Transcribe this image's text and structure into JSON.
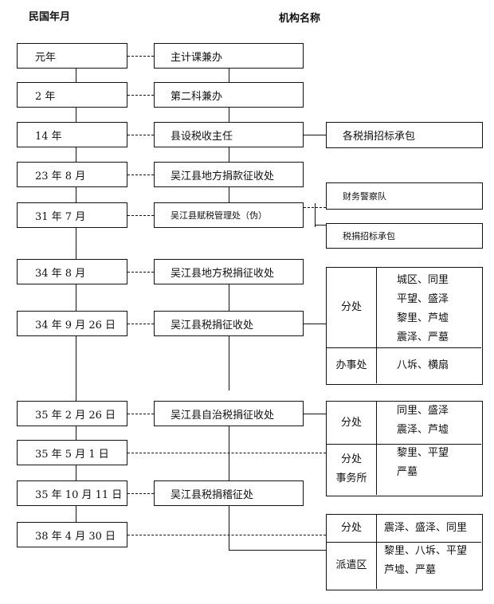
{
  "headers": {
    "date_col": "民国年月",
    "org_col": "机构名称"
  },
  "timeline": [
    {
      "date": "元年",
      "org": "主计课兼办"
    },
    {
      "date": "2 年",
      "org": "第二科兼办"
    },
    {
      "date": "14 年",
      "org": "县设税收主任",
      "side": "各税捐招标承包"
    },
    {
      "date": "23 年 8 月",
      "org": "吴江县地方捐款征收处"
    },
    {
      "date": "31 年 7 月",
      "org": "吴江县赋税管理处（伪）",
      "side_top": "财务警察队",
      "side_bottom": "税捐招标承包"
    },
    {
      "date": "34 年 8 月",
      "org": "吴江县地方税捐征收处"
    },
    {
      "date": "34 年 9 月 26 日",
      "org": "吴江县税捐征收处"
    },
    {
      "date": "35 年 2 月 26 日",
      "org": "吴江县自治税捐征收处"
    },
    {
      "date": "35 年 5 月 1 日"
    },
    {
      "date": "35 年 10 月 11 日",
      "org": "吴江县税捐稽征处"
    },
    {
      "date": "38 年 4 月 30 日"
    }
  ],
  "group_1934": {
    "branch_label": "分处",
    "branch_lines": [
      "城区、同里",
      "平望、盛泽",
      "黎里、芦墟",
      "震泽、严墓"
    ],
    "office_label": "办事处",
    "office_lines": [
      "八坼、横扇"
    ]
  },
  "group_1946": {
    "branch_label": "分处",
    "branch_lines": [
      "同里、盛泽",
      "震泽、芦墟"
    ],
    "office_label_lines": [
      "分处",
      "事务所"
    ],
    "office_lines": [
      "黎里、平望",
      "严墓"
    ]
  },
  "group_1949": {
    "branch_label": "分处",
    "branch_lines": [
      "震泽、盛泽、同里"
    ],
    "dispatch_label": "派遣区",
    "dispatch_lines": [
      "黎里、八坼、平望",
      "芦墟、严墓"
    ]
  }
}
